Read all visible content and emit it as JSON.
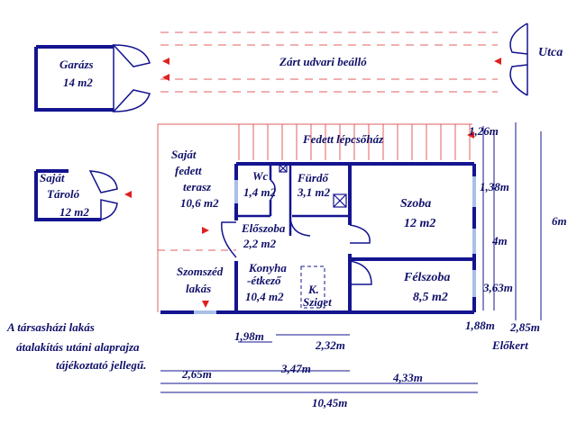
{
  "colors": {
    "wall": "#141490",
    "dashed_red": "#e06060",
    "arrow": "#e02020",
    "window": "#a8c0e8",
    "text": "#10106a"
  },
  "labels": {
    "garazs": "Garázs",
    "garazs_area": "14 m2",
    "udvar": "Zárt udvari beálló",
    "utca": "Utca",
    "lepcsohaz": "Fedett lépcsőház",
    "terasz_1": "Saját",
    "terasz_2": "fedett",
    "terasz_3": "terasz",
    "terasz_area": "10,6 m2",
    "tarolo_1": "Saját",
    "tarolo_2": "Tároló",
    "tarolo_area": "12 m2",
    "wc": "Wc",
    "wc_area": "1,4 m2",
    "furdo": "Fürdő",
    "furdo_area": "3,1 m2",
    "szoba": "Szoba",
    "szoba_area": "12 m2",
    "eloszoba": "Előszoba",
    "eloszoba_area": "2,2 m2",
    "konyha_1": "Konyha",
    "konyha_2": "-étkező",
    "konyha_area": "10,4 m2",
    "k_sziget_1": "K.",
    "k_sziget_2": "Sziget",
    "szomszed_1": "Szomszéd",
    "szomszed_2": "lakás",
    "felszoba": "Félszoba",
    "felszoba_area": "8,5 m2",
    "elokert": "Előkert",
    "note_1": "A társasházi lakás",
    "note_2": "átalakítás utáni alaprajza",
    "note_3": "tájékoztató jellegű."
  },
  "dims": {
    "d_126": "1,26m",
    "d_138": "1,38m",
    "d_6": "6m",
    "d_4": "4m",
    "d_363": "3,63m",
    "d_188": "1,88m",
    "d_285": "2,85m",
    "d_198": "1,98m",
    "d_232": "2,32m",
    "d_265": "2,65m",
    "d_347": "3,47m",
    "d_433": "4,33m",
    "d_1045": "10,45m"
  }
}
